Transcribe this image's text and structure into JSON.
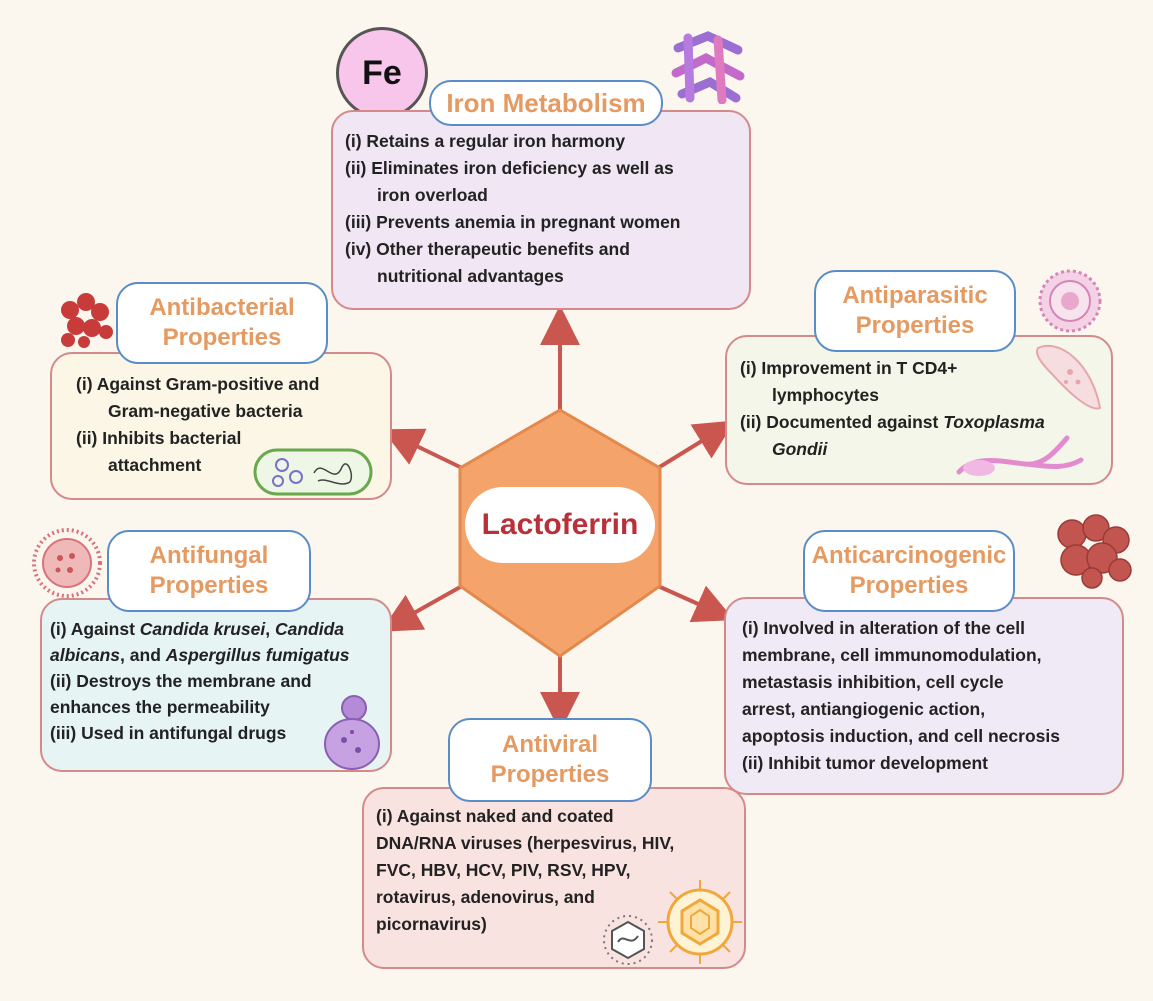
{
  "center": {
    "label": "Lactoferrin"
  },
  "fe_badge": {
    "label": "Fe"
  },
  "iron": {
    "title": "Iron Metabolism",
    "items": [
      {
        "a": "(i) Retains a regular iron harmony",
        "b": ""
      },
      {
        "a": "(ii) Eliminates iron deficiency as well as",
        "b": "iron overload"
      },
      {
        "a": "(iii) Prevents anemia in pregnant women",
        "b": ""
      },
      {
        "a": "(iv) Other therapeutic benefits and",
        "b": "nutritional advantages"
      }
    ]
  },
  "antibacterial": {
    "title_1": "Antibacterial",
    "title_2": "Properties",
    "items": [
      {
        "a": "(i) Against Gram-positive and",
        "b": "Gram-negative bacteria"
      },
      {
        "a": "(ii) Inhibits bacterial",
        "b": "attachment"
      }
    ]
  },
  "antiparasitic": {
    "title_1": "Antiparasitic",
    "title_2": "Properties",
    "item1_a": "(i) Improvement in T CD4+",
    "item1_b": "lymphocytes",
    "item2_a": "(ii) Documented against ",
    "item2_italic_a": "Toxoplasma",
    "item2_italic_b": "Gondii"
  },
  "antifungal": {
    "title_1": "Antifungal",
    "title_2": "Properties",
    "item1_p1": "(i) Against ",
    "item1_i1": "Candida krusei",
    "item1_p2": ", ",
    "item1_i2": "Candida",
    "item1_i3": "albicans",
    "item1_p3": ", and ",
    "item1_i4": "Aspergillus fumigatus",
    "item2_a": "(ii) Destroys the membrane and",
    "item2_b": "enhances the permeability",
    "item3": "(iii) Used in antifungal drugs"
  },
  "anticarcinogenic": {
    "title_1": "Anticarcinogenic",
    "title_2": "Properties",
    "lines": [
      "(i) Involved in alteration of the cell",
      "membrane, cell immunomodulation,",
      "metastasis inhibition, cell cycle",
      "arrest, antiangiogenic action,",
      "apoptosis induction, and cell necrosis",
      "(ii) Inhibit tumor development"
    ]
  },
  "antiviral": {
    "title_1": "Antiviral",
    "title_2": "Properties",
    "lines": [
      "(i) Against naked and coated",
      "DNA/RNA viruses (herpesvirus, HIV,",
      "FVC, HBV, HCV, PIV, RSV, HPV,",
      "rotavirus, adenovirus, and",
      "picornavirus)"
    ]
  },
  "colors": {
    "box_border": "#d48a8a",
    "title_border": "#5a8cc7",
    "title_text": "#e59a62",
    "arrow": "#c9574f",
    "hex_fill": "#f4a46a",
    "center_text": "#b8303a"
  }
}
